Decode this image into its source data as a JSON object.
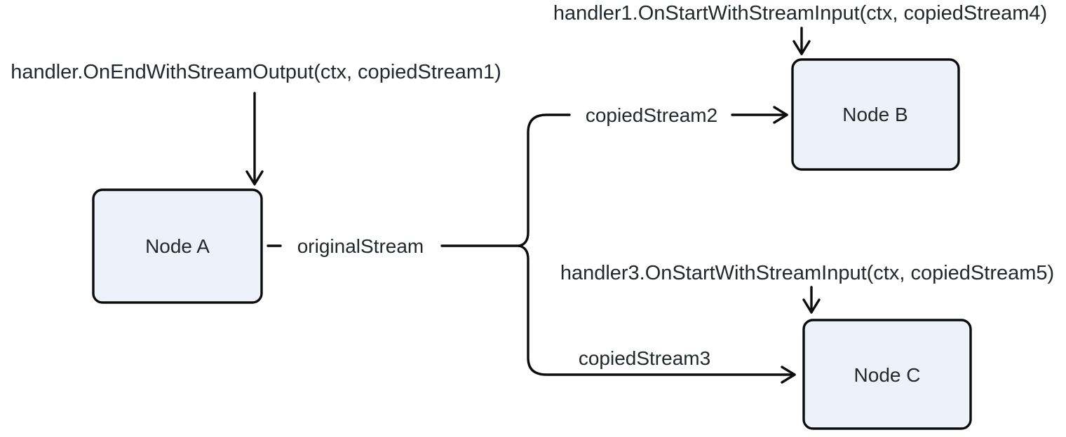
{
  "diagram": {
    "nodes": [
      {
        "label": "Node A"
      },
      {
        "label": "Node B"
      },
      {
        "label": "Node C"
      }
    ],
    "edges": {
      "original_stream_label": "originalStream",
      "copied_stream2_label": "copiedStream2",
      "copied_stream3_label": "copiedStream3"
    },
    "annotations": {
      "on_end_node_a": "handler.OnEndWithStreamOutput(ctx, copiedStream1)",
      "on_start_node_b": "handler1.OnStartWithStreamInput(ctx, copiedStream4)",
      "on_start_node_c": "handler3.OnStartWithStreamInput(ctx, copiedStream5)"
    },
    "colors": {
      "node_fill": "#edf1fa",
      "stroke": "#0c0c0c",
      "text": "#23272e",
      "background": "#ffffff"
    }
  }
}
